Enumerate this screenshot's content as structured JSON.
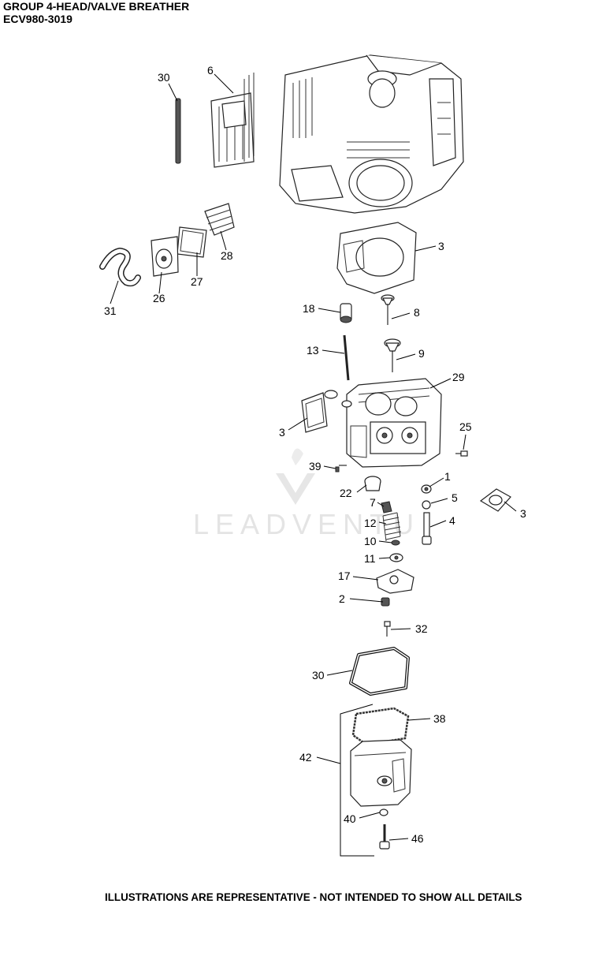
{
  "header": {
    "title_line1": "GROUP 4-HEAD/VALVE BREATHER",
    "title_line2": "ECV980-3019"
  },
  "footer": {
    "note": "ILLUSTRATIONS ARE REPRESENTATIVE - NOT INTENDED TO SHOW ALL DETAILS"
  },
  "watermark": {
    "text": "LEADVENTU"
  },
  "callouts": {
    "c30_top": "30",
    "c6": "6",
    "c3_top": "3",
    "c28": "28",
    "c27": "27",
    "c26": "26",
    "c31": "31",
    "c18": "18",
    "c8": "8",
    "c13": "13",
    "c9": "9",
    "c29": "29",
    "c3_left": "3",
    "c25": "25",
    "c39": "39",
    "c1": "1",
    "c22": "22",
    "c5": "5",
    "c3_right": "3",
    "c7": "7",
    "c12": "12",
    "c4": "4",
    "c10": "10",
    "c11": "11",
    "c17": "17",
    "c2": "2",
    "c32": "32",
    "c30_bottom": "30",
    "c38": "38",
    "c42": "42",
    "c40": "40",
    "c46": "46"
  }
}
